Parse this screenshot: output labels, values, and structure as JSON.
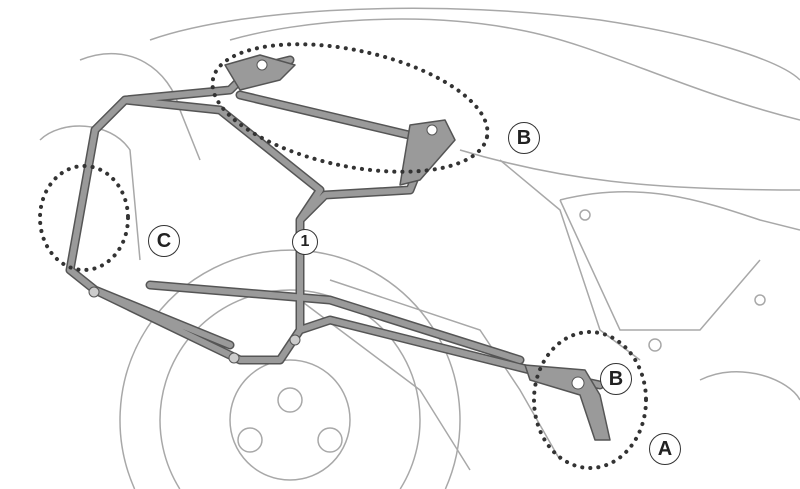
{
  "diagram": {
    "labels": {
      "b_top": "B",
      "c": "C",
      "part_1": "1",
      "b_bottom": "B",
      "a": "A"
    },
    "colors": {
      "frame": "#9a9a9a",
      "outline": "#555555",
      "bike": "#d0d0d0",
      "dots": "#333333"
    }
  }
}
